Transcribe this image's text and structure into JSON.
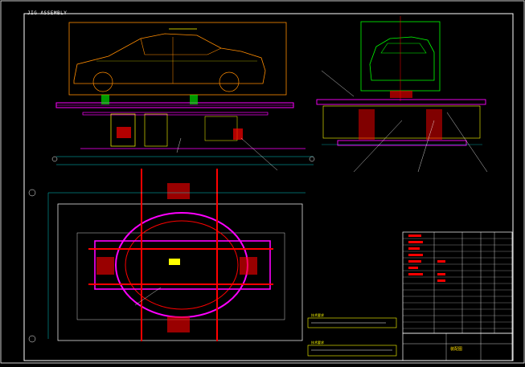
{
  "drawing": {
    "header_label": "JIG ASSEMBLY",
    "colors": {
      "background": "#000000",
      "frame": "#ffffff",
      "body_outline": "#ff8c00",
      "beam": "#ff00ff",
      "fixture": "#ff0000",
      "locator": "#ffff00",
      "grid": "#00ff00",
      "dim_line": "#00ffff"
    },
    "notes_label_1": "技术要求",
    "notes_label_2": "技术要求",
    "title_block_label": "装配图"
  }
}
